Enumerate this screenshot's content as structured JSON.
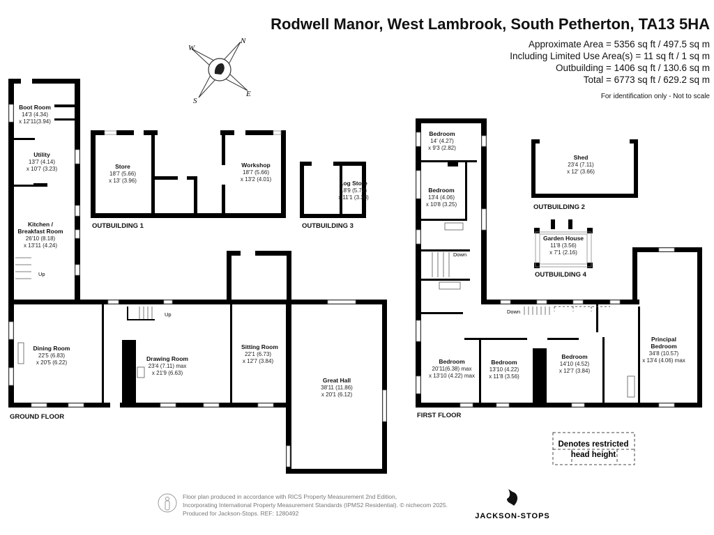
{
  "header": {
    "title": "Rodwell Manor, West Lambrook, South Petherton, TA13 5HA",
    "areas": [
      "Approximate Area = 5356 sq ft / 497.5 sq m",
      "Including Limited Use Area(s) = 11 sq ft / 1 sq m",
      "Outbuilding = 1406 sq ft / 130.6 sq m",
      "Total = 6773 sq ft / 629.2 sq m"
    ],
    "note": "For identification only - Not to scale"
  },
  "compass": {
    "n": "N",
    "e": "E",
    "s": "S",
    "w": "W"
  },
  "ground_floor": {
    "label": "GROUND FLOOR",
    "rooms": [
      {
        "name": "Boot Room",
        "dim1": "14'3 (4.34)",
        "dim2": "x 12'11(3.94)"
      },
      {
        "name": "Utility",
        "dim1": "13'7 (4.14)",
        "dim2": "x 10'7 (3.23)"
      },
      {
        "name": "Kitchen /",
        "name2": "Breakfast Room",
        "dim1": "26'10 (8.18)",
        "dim2": "x 13'11 (4.24)"
      },
      {
        "name": "Dining Room",
        "dim1": "22'5 (6.83)",
        "dim2": "x 20'5 (6.22)"
      },
      {
        "name": "Drawing Room",
        "dim1": "23'4 (7.11) max",
        "dim2": "x 21'9 (6.63)"
      },
      {
        "name": "Sitting Room",
        "dim1": "22'1 (6.73)",
        "dim2": "x 12'7 (3.84)"
      },
      {
        "name": "Great Hall",
        "dim1": "38'11 (11.86)",
        "dim2": "x 20'1 (6.12)"
      }
    ],
    "stairs": [
      "Up",
      "Up"
    ]
  },
  "outbuildings": {
    "ob1": {
      "label": "OUTBUILDING 1",
      "rooms": [
        {
          "name": "Store",
          "dim1": "18'7 (5.66)",
          "dim2": "x 13' (3.96)"
        },
        {
          "name": "Workshop",
          "dim1": "18'7 (5.66)",
          "dim2": "x 13'2 (4.01)"
        }
      ]
    },
    "ob2": {
      "label": "OUTBUILDING 2",
      "room": {
        "name": "Shed",
        "dim1": "23'4 (7.11)",
        "dim2": "x 12' (3.66)"
      }
    },
    "ob3": {
      "label": "OUTBUILDING 3",
      "room": {
        "name": "Log Store",
        "dim1": "18'9 (5.72)",
        "dim2": "x 11'1 (3.38)"
      }
    },
    "ob4": {
      "label": "OUTBUILDING 4",
      "room": {
        "name": "Garden House",
        "dim1": "11'8 (3.56)",
        "dim2": "x 7'1 (2.16)"
      }
    }
  },
  "first_floor": {
    "label": "FIRST FLOOR",
    "rooms": [
      {
        "name": "Bedroom",
        "dim1": "14' (4.27)",
        "dim2": "x 9'3 (2.82)"
      },
      {
        "name": "Bedroom",
        "dim1": "13'4 (4.06)",
        "dim2": "x 10'8 (3.25)"
      },
      {
        "name": "Bedroom",
        "dim1": "20'11(6.38) max",
        "dim2": "x 13'10 (4.22) max"
      },
      {
        "name": "Bedroom",
        "dim1": "13'10 (4.22)",
        "dim2": "x 11'8 (3.56)"
      },
      {
        "name": "Bedroom",
        "dim1": "14'10 (4.52)",
        "dim2": "x 12'7 (3.84)"
      },
      {
        "name": "Principal",
        "name2": "Bedroom",
        "dim1": "34'8 (10.57)",
        "dim2": "x 13'4 (4.06) max"
      }
    ],
    "stairs": [
      "Down",
      "Down"
    ]
  },
  "legend": {
    "line1": "Denotes restricted",
    "line2": "head height"
  },
  "footer": {
    "lines": [
      "Floor plan produced in accordance with RICS Property Measurement 2nd Edition,",
      "Incorporating International Property Measurement Standards (IPMS2 Residential).   © nichecom 2025.",
      "Produced for Jackson-Stops.   REF:  1280492"
    ],
    "brand": "JACKSON-STOPS"
  }
}
